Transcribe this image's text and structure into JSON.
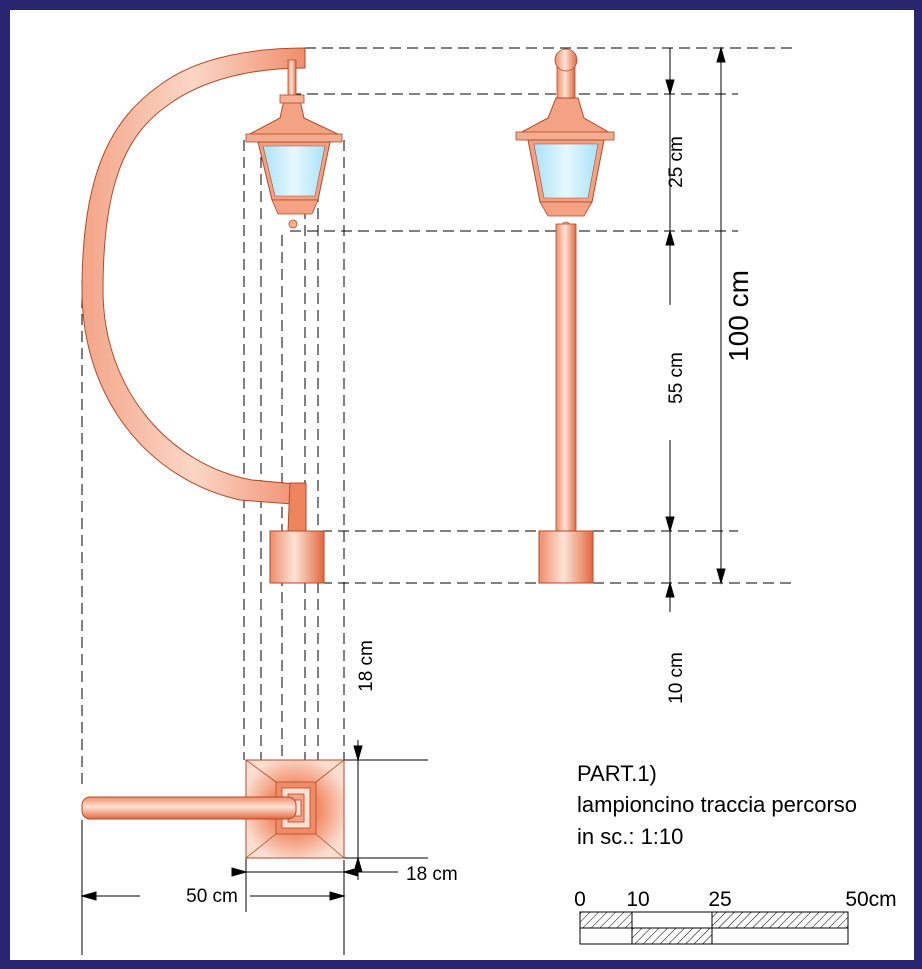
{
  "dimensions": {
    "lantern_height": "25 cm",
    "post_height": "55 cm",
    "total_height": "100 cm",
    "base_height": "10 cm",
    "base_vertical_gap": "18 cm",
    "base_width": "18 cm",
    "arm_length": "50 cm"
  },
  "caption": {
    "line1": "PART.1)",
    "line2": "lampioncino traccia percorso",
    "line3": "in sc.: 1:10"
  },
  "scale_bar": {
    "label_0": "0",
    "label_10": "10",
    "label_25": "25",
    "label_50": "50cm"
  },
  "colors": {
    "frame": "#2a2570",
    "paper": "#ffffff",
    "copper_light": "#fde0d2",
    "copper": "#f4a283",
    "copper_dark": "#e6673d",
    "glass": "#c7eefc"
  }
}
